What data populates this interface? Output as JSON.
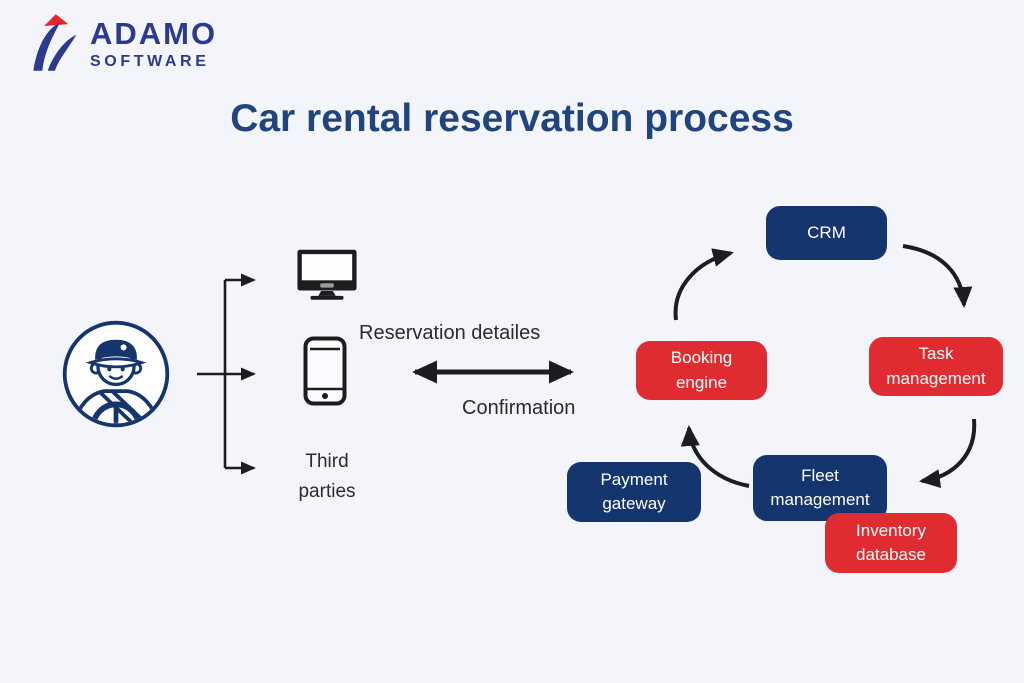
{
  "brand": {
    "name": "ADAMO",
    "subtitle": "SOFTWARE"
  },
  "title": "Car rental reservation process",
  "labels": {
    "reservation": "Reservation detailes",
    "confirmation": "Confirmation",
    "third_parties": "Third parties"
  },
  "nodes": {
    "crm": "CRM",
    "booking_engine": "Booking engine",
    "task_management": "Task management",
    "fleet_management": "Fleet management",
    "payment_gateway": "Payment gateway",
    "inventory_database": "Inventory database"
  },
  "icons": {
    "brand_mark": "adamo-sail-logo",
    "customer": "driver-avatar-icon",
    "channel_desktop": "desktop-monitor-icon",
    "channel_mobile": "smartphone-icon"
  },
  "colors": {
    "background": "#f3f5fa",
    "navy_node": "#14356d",
    "red_node": "#e02c30",
    "title_text": "#1f447e",
    "arrow_ink": "#1d1d1f",
    "brand_blue": "#2b3990",
    "brand_red": "#e8232f"
  }
}
